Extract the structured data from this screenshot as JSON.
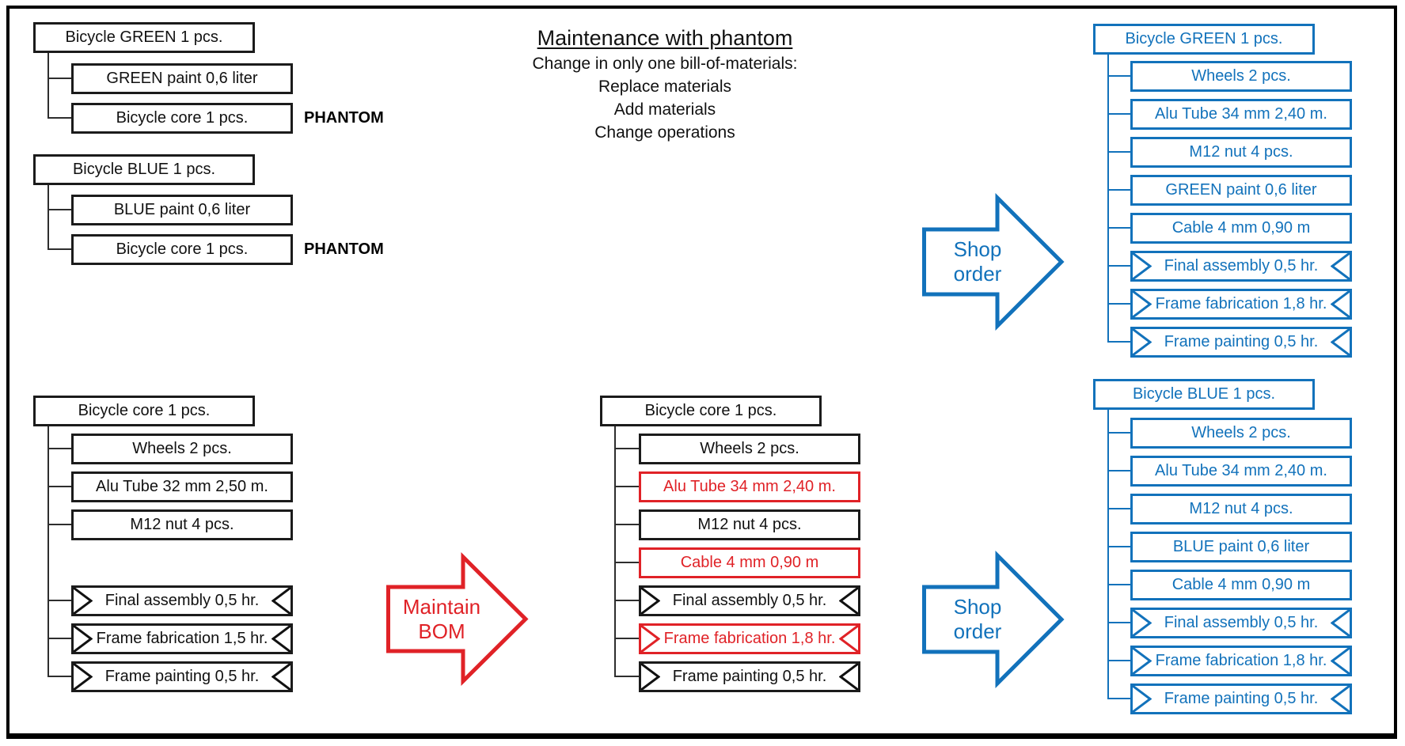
{
  "header": {
    "title": "Maintenance with phantom",
    "lines": [
      "Change in only one bill-of-materials:",
      "Replace materials",
      "Add materials",
      "Change operations"
    ]
  },
  "colors": {
    "blue": "#1272bb",
    "red": "#e02227",
    "black": "#1b1b1b"
  },
  "arrows": {
    "maintain_bom": {
      "line1": "Maintain",
      "line2": "BOM"
    },
    "shop_order_top": {
      "line1": "Shop",
      "line2": "order"
    },
    "shop_order_bottom": {
      "line1": "Shop",
      "line2": "order"
    }
  },
  "trees": {
    "green_bom": {
      "root": "Bicycle GREEN 1 pcs.",
      "nodes": [
        {
          "label": "GREEN paint 0,6 liter"
        },
        {
          "label": "Bicycle core 1 pcs.",
          "tag": "PHANTOM"
        }
      ]
    },
    "blue_bom": {
      "root": "Bicycle BLUE 1 pcs.",
      "nodes": [
        {
          "label": "BLUE paint 0,6 liter"
        },
        {
          "label": "Bicycle core 1 pcs.",
          "tag": "PHANTOM"
        }
      ]
    },
    "core_bom": {
      "root": "Bicycle core 1 pcs.",
      "nodes": [
        {
          "label": "Wheels 2 pcs."
        },
        {
          "label": "Alu Tube 32 mm 2,50 m."
        },
        {
          "label": "M12 nut 4 pcs."
        },
        {
          "gap": true
        },
        {
          "label": "Final assembly 0,5 hr.",
          "op": true
        },
        {
          "label": "Frame fabrication 1,5 hr.",
          "op": true
        },
        {
          "label": "Frame painting 0,5 hr.",
          "op": true
        }
      ]
    },
    "core_bom_maintained": {
      "root": "Bicycle core 1 pcs.",
      "nodes": [
        {
          "label": "Wheels 2 pcs."
        },
        {
          "label": "Alu Tube 34 mm 2,40 m.",
          "changed": true
        },
        {
          "label": "M12 nut 4 pcs."
        },
        {
          "label": "Cable 4 mm 0,90 m",
          "changed": true
        },
        {
          "label": "Final assembly 0,5 hr.",
          "op": true
        },
        {
          "label": "Frame fabrication 1,8 hr.",
          "op": true,
          "changed": true
        },
        {
          "label": "Frame painting 0,5 hr.",
          "op": true
        }
      ]
    },
    "shop_order_green": {
      "root": "Bicycle GREEN 1 pcs.",
      "nodes": [
        {
          "label": "Wheels 2 pcs."
        },
        {
          "label": "Alu Tube 34 mm 2,40 m."
        },
        {
          "label": "M12 nut 4 pcs."
        },
        {
          "label": "GREEN paint 0,6 liter"
        },
        {
          "label": "Cable 4 mm 0,90 m"
        },
        {
          "label": "Final assembly 0,5 hr.",
          "op": true
        },
        {
          "label": "Frame fabrication 1,8 hr.",
          "op": true
        },
        {
          "label": "Frame painting 0,5 hr.",
          "op": true
        }
      ]
    },
    "shop_order_blue": {
      "root": "Bicycle BLUE 1 pcs.",
      "nodes": [
        {
          "label": "Wheels 2 pcs."
        },
        {
          "label": "Alu Tube 34 mm 2,40 m."
        },
        {
          "label": "M12 nut 4 pcs."
        },
        {
          "label": "BLUE paint 0,6 liter"
        },
        {
          "label": "Cable 4 mm 0,90 m"
        },
        {
          "label": "Final assembly 0,5 hr.",
          "op": true
        },
        {
          "label": "Frame fabrication 1,8 hr.",
          "op": true
        },
        {
          "label": "Frame painting 0,5 hr.",
          "op": true
        }
      ]
    }
  }
}
